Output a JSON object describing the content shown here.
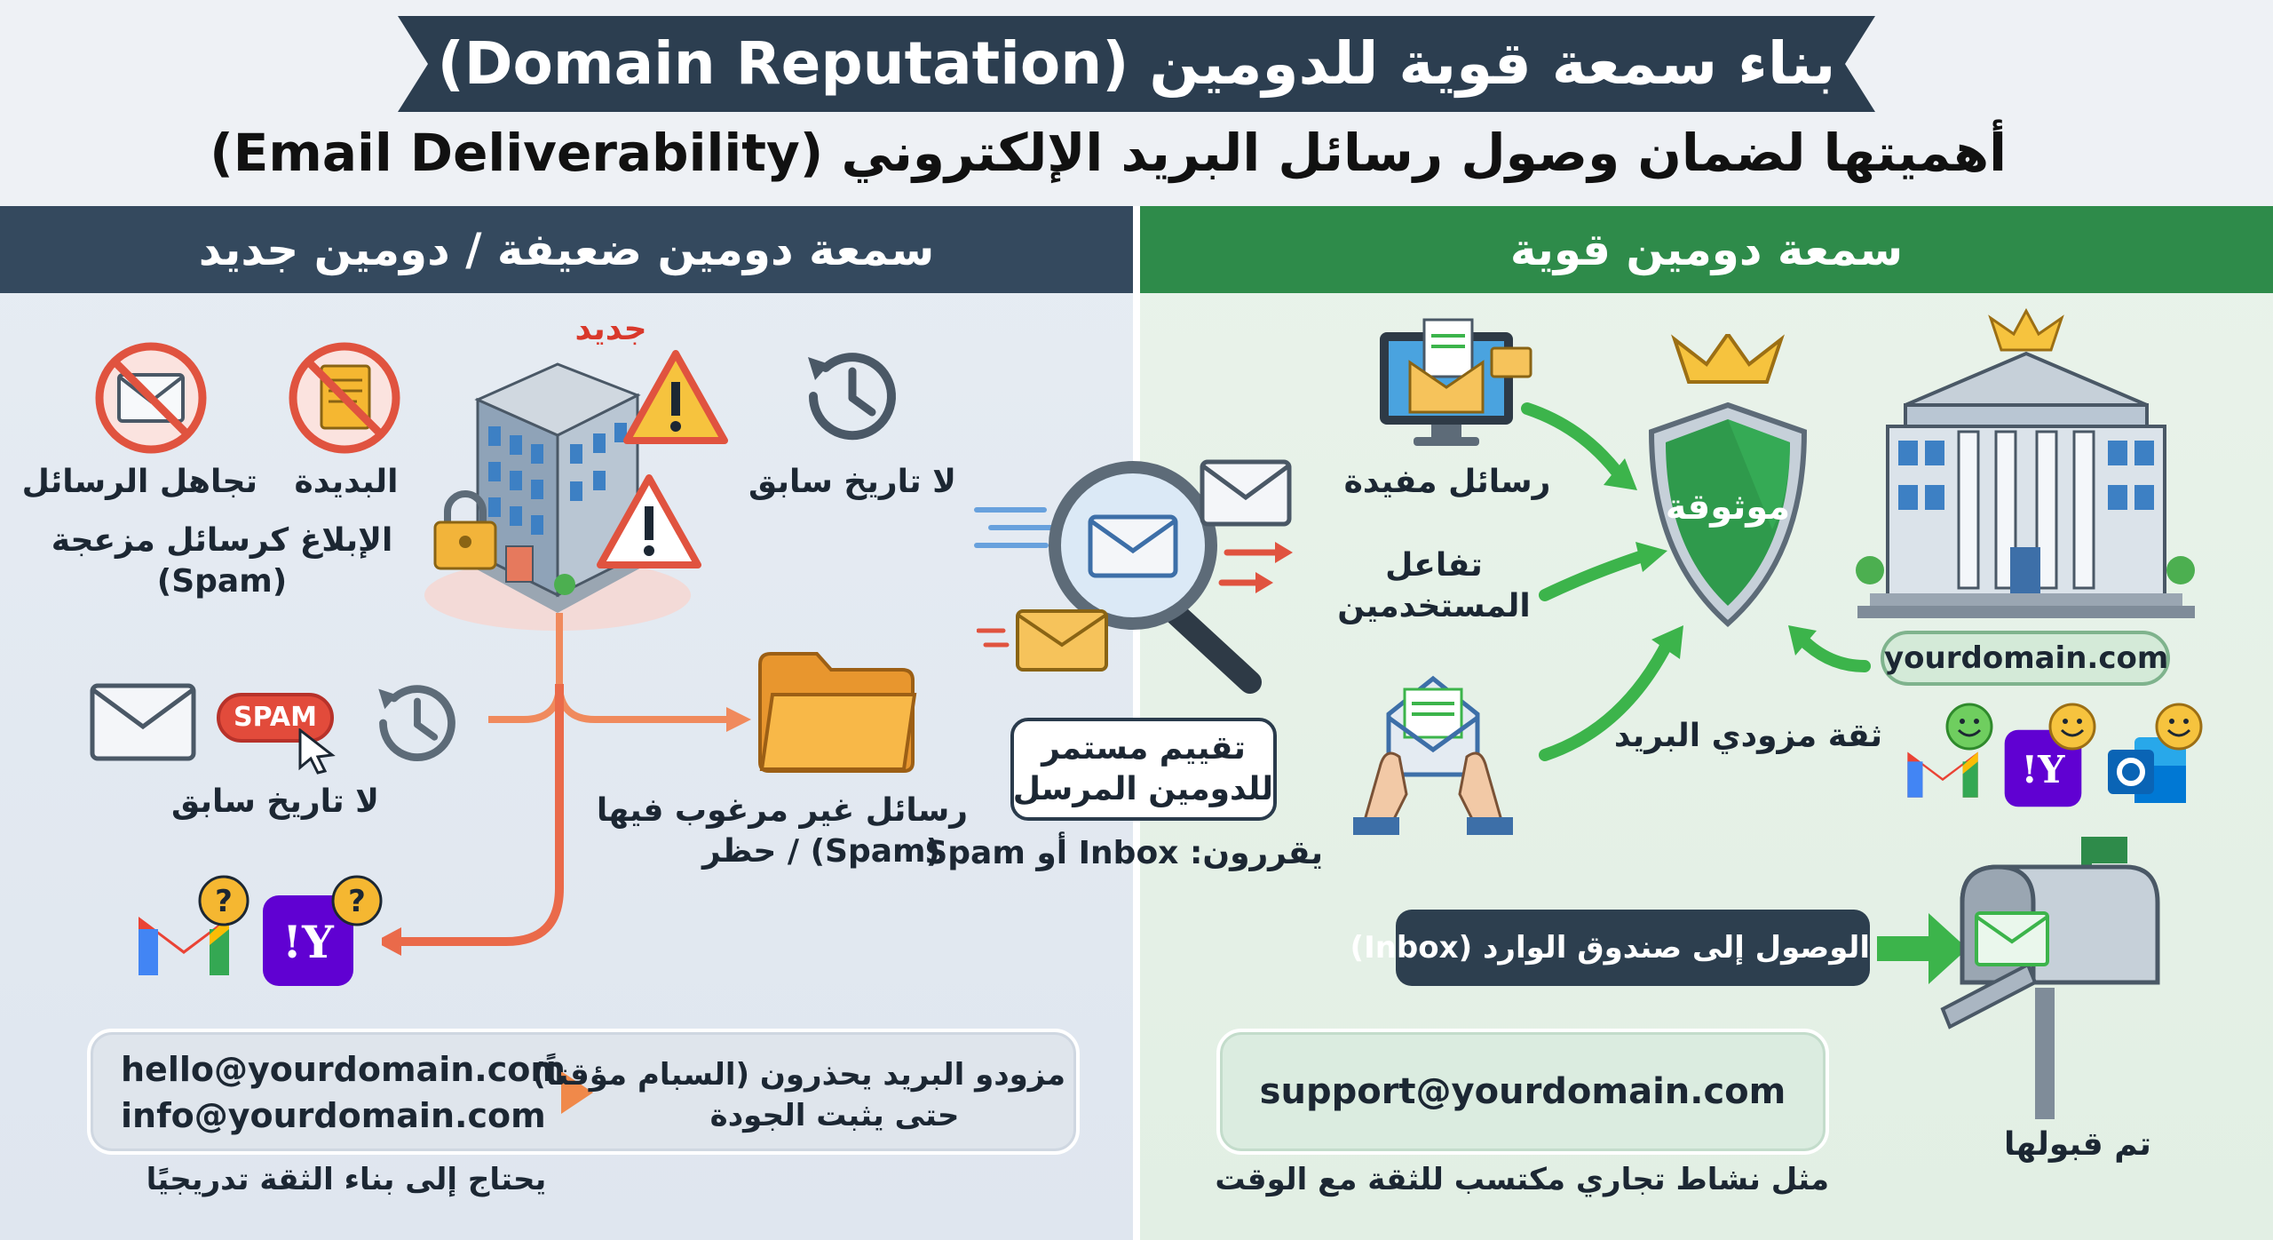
{
  "title": "بناء سمعة قوية للدومين (Domain Reputation)",
  "subtitle": "أهميتها لضمان وصول رسائل البريد الإلكتروني (Email Deliverability)",
  "colors": {
    "banner": "#2c3e50",
    "left_header": "#34495e",
    "right_header": "#2e8b4a",
    "warning_red": "#e74c3c",
    "positive_green": "#3cb44b"
  },
  "left": {
    "header": "سمعة دومين ضعيفة / دومين جديد",
    "new_tag": "جديد",
    "icons": [
      "no-mail-icon",
      "no-document-icon",
      "building-icon",
      "warning-icon",
      "lock-icon",
      "clock-icon",
      "envelope-icon",
      "spam-button-icon",
      "folder-icon",
      "gmail-icon",
      "yahoo-icon",
      "question-icon"
    ],
    "no_history_top": "لا تاريخ سابق",
    "ignore_messages": "تجاهل الرسائل",
    "new_label": "البديدة",
    "report_spam_line1": "الإبلاغ كرسائل مزعجة",
    "report_spam_line2": "(Spam)",
    "spam_button": "SPAM",
    "no_history_bottom": "لا تاريخ سابق",
    "unwanted_line1": "رسائل غير مرغوب فيها",
    "unwanted_line2": "(Spam) / حظر",
    "emails": [
      "hello@yourdomain.com",
      "info@yourdomain.com"
    ],
    "providers_cautious_line1": "مزودو البريد يحذرون (السبام مؤقتاً)",
    "providers_cautious_line2": "حتى يثبت الجودة",
    "gradual_trust": "يحتاج إلى بناء الثقة تدريجيًا"
  },
  "center": {
    "eval_line1": "تقييم مستمر",
    "eval_line2": "للدومين المرسل",
    "decide": "يقررون: Inbox أو Spam",
    "icons": [
      "magnifier-icon",
      "envelope-icon"
    ]
  },
  "right": {
    "header": "سمعة دومين قوية",
    "useful_messages": "رسائل مفيدة",
    "engagement_line1": "تفاعل",
    "engagement_line2": "المستخدمين",
    "trusted": "موثوقة",
    "domain": "yourdomain.com",
    "providers_trust": "ثقة مزودي البريد",
    "inbox": "الوصول إلى صندوق الوارد (Inbox)",
    "accepted": "تم قبولها",
    "support_email": "support@yourdomain.com",
    "business_note": "مثل نشاط تجاري مكتسب للثقة مع الوقت",
    "icons": [
      "monitor-mail-icon",
      "hands-envelope-icon",
      "shield-icon",
      "crown-icon",
      "bank-building-icon",
      "gmail-icon",
      "yahoo-icon",
      "outlook-icon",
      "smiley-icon",
      "mailbox-icon"
    ]
  }
}
